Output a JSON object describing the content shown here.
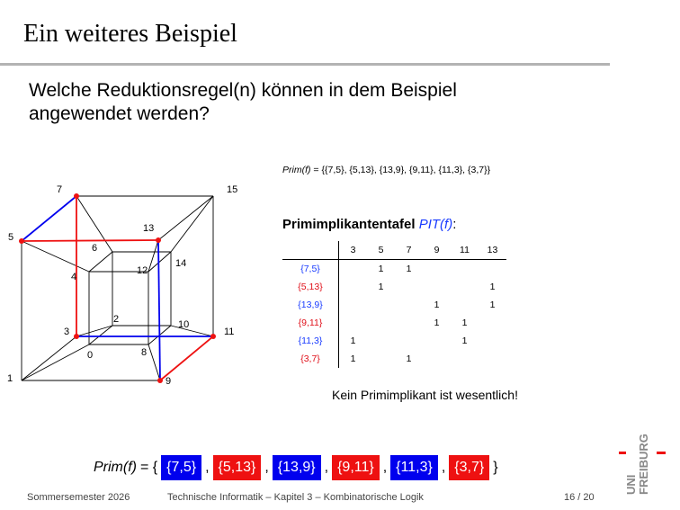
{
  "title": "Ein weiteres Beispiel",
  "question": "Welche Reduktionsregel(n) können in dem Beispiel angewendet werden?",
  "prim_top": {
    "label": "Prim(f)",
    "expr": " = {{7,5}, {5,13}, {13,9}, {9,11}, {11,3}, {3,7}}"
  },
  "pit": {
    "heading": "Primimplikantentafel",
    "symbol": "PIT(f)",
    "colon": ":",
    "columns": [
      "3",
      "5",
      "7",
      "9",
      "11",
      "13"
    ],
    "rows": [
      {
        "label": "{7,5}",
        "color": "#1a3cff",
        "cells": [
          "",
          "1",
          "1",
          "",
          "",
          ""
        ]
      },
      {
        "label": "{5,13}",
        "color": "#e0101a",
        "cells": [
          "",
          "1",
          "",
          "",
          "",
          "1"
        ]
      },
      {
        "label": "{13,9}",
        "color": "#1a3cff",
        "cells": [
          "",
          "",
          "",
          "1",
          "",
          "1"
        ]
      },
      {
        "label": "{9,11}",
        "color": "#e0101a",
        "cells": [
          "",
          "",
          "",
          "1",
          "1",
          ""
        ]
      },
      {
        "label": "{11,3}",
        "color": "#1a3cff",
        "cells": [
          "1",
          "",
          "",
          "",
          "1",
          ""
        ]
      },
      {
        "label": "{3,7}",
        "color": "#e0101a",
        "cells": [
          "1",
          "",
          "1",
          "",
          "",
          ""
        ]
      }
    ]
  },
  "notice": "Kein Primimplikant ist wesentlich!",
  "prim_bottom": {
    "label": "Prim(f)",
    "eq": " = {",
    "close": "}",
    "chips": [
      {
        "text": "{7,5}",
        "color": "blue"
      },
      {
        "text": "{5,13}",
        "color": "red"
      },
      {
        "text": "{13,9}",
        "color": "blue"
      },
      {
        "text": "{9,11}",
        "color": "red"
      },
      {
        "text": "{11,3}",
        "color": "blue"
      },
      {
        "text": "{3,7}",
        "color": "red"
      }
    ]
  },
  "cube_labels": [
    "0",
    "1",
    "2",
    "3",
    "4",
    "5",
    "6",
    "7",
    "8",
    "9",
    "10",
    "11",
    "12",
    "13",
    "14",
    "15"
  ],
  "footer": {
    "left": "Sommersemester 2026",
    "center": "Technische Informatik – Kapitel 3 – Kombinatorische Logik",
    "page": "16 / 20"
  },
  "logo": {
    "line1": "UNI",
    "line2": "FREIBURG"
  },
  "colors": {
    "red": "#ee1111",
    "blue": "#0000ee",
    "rule": "#b3b3b3"
  }
}
